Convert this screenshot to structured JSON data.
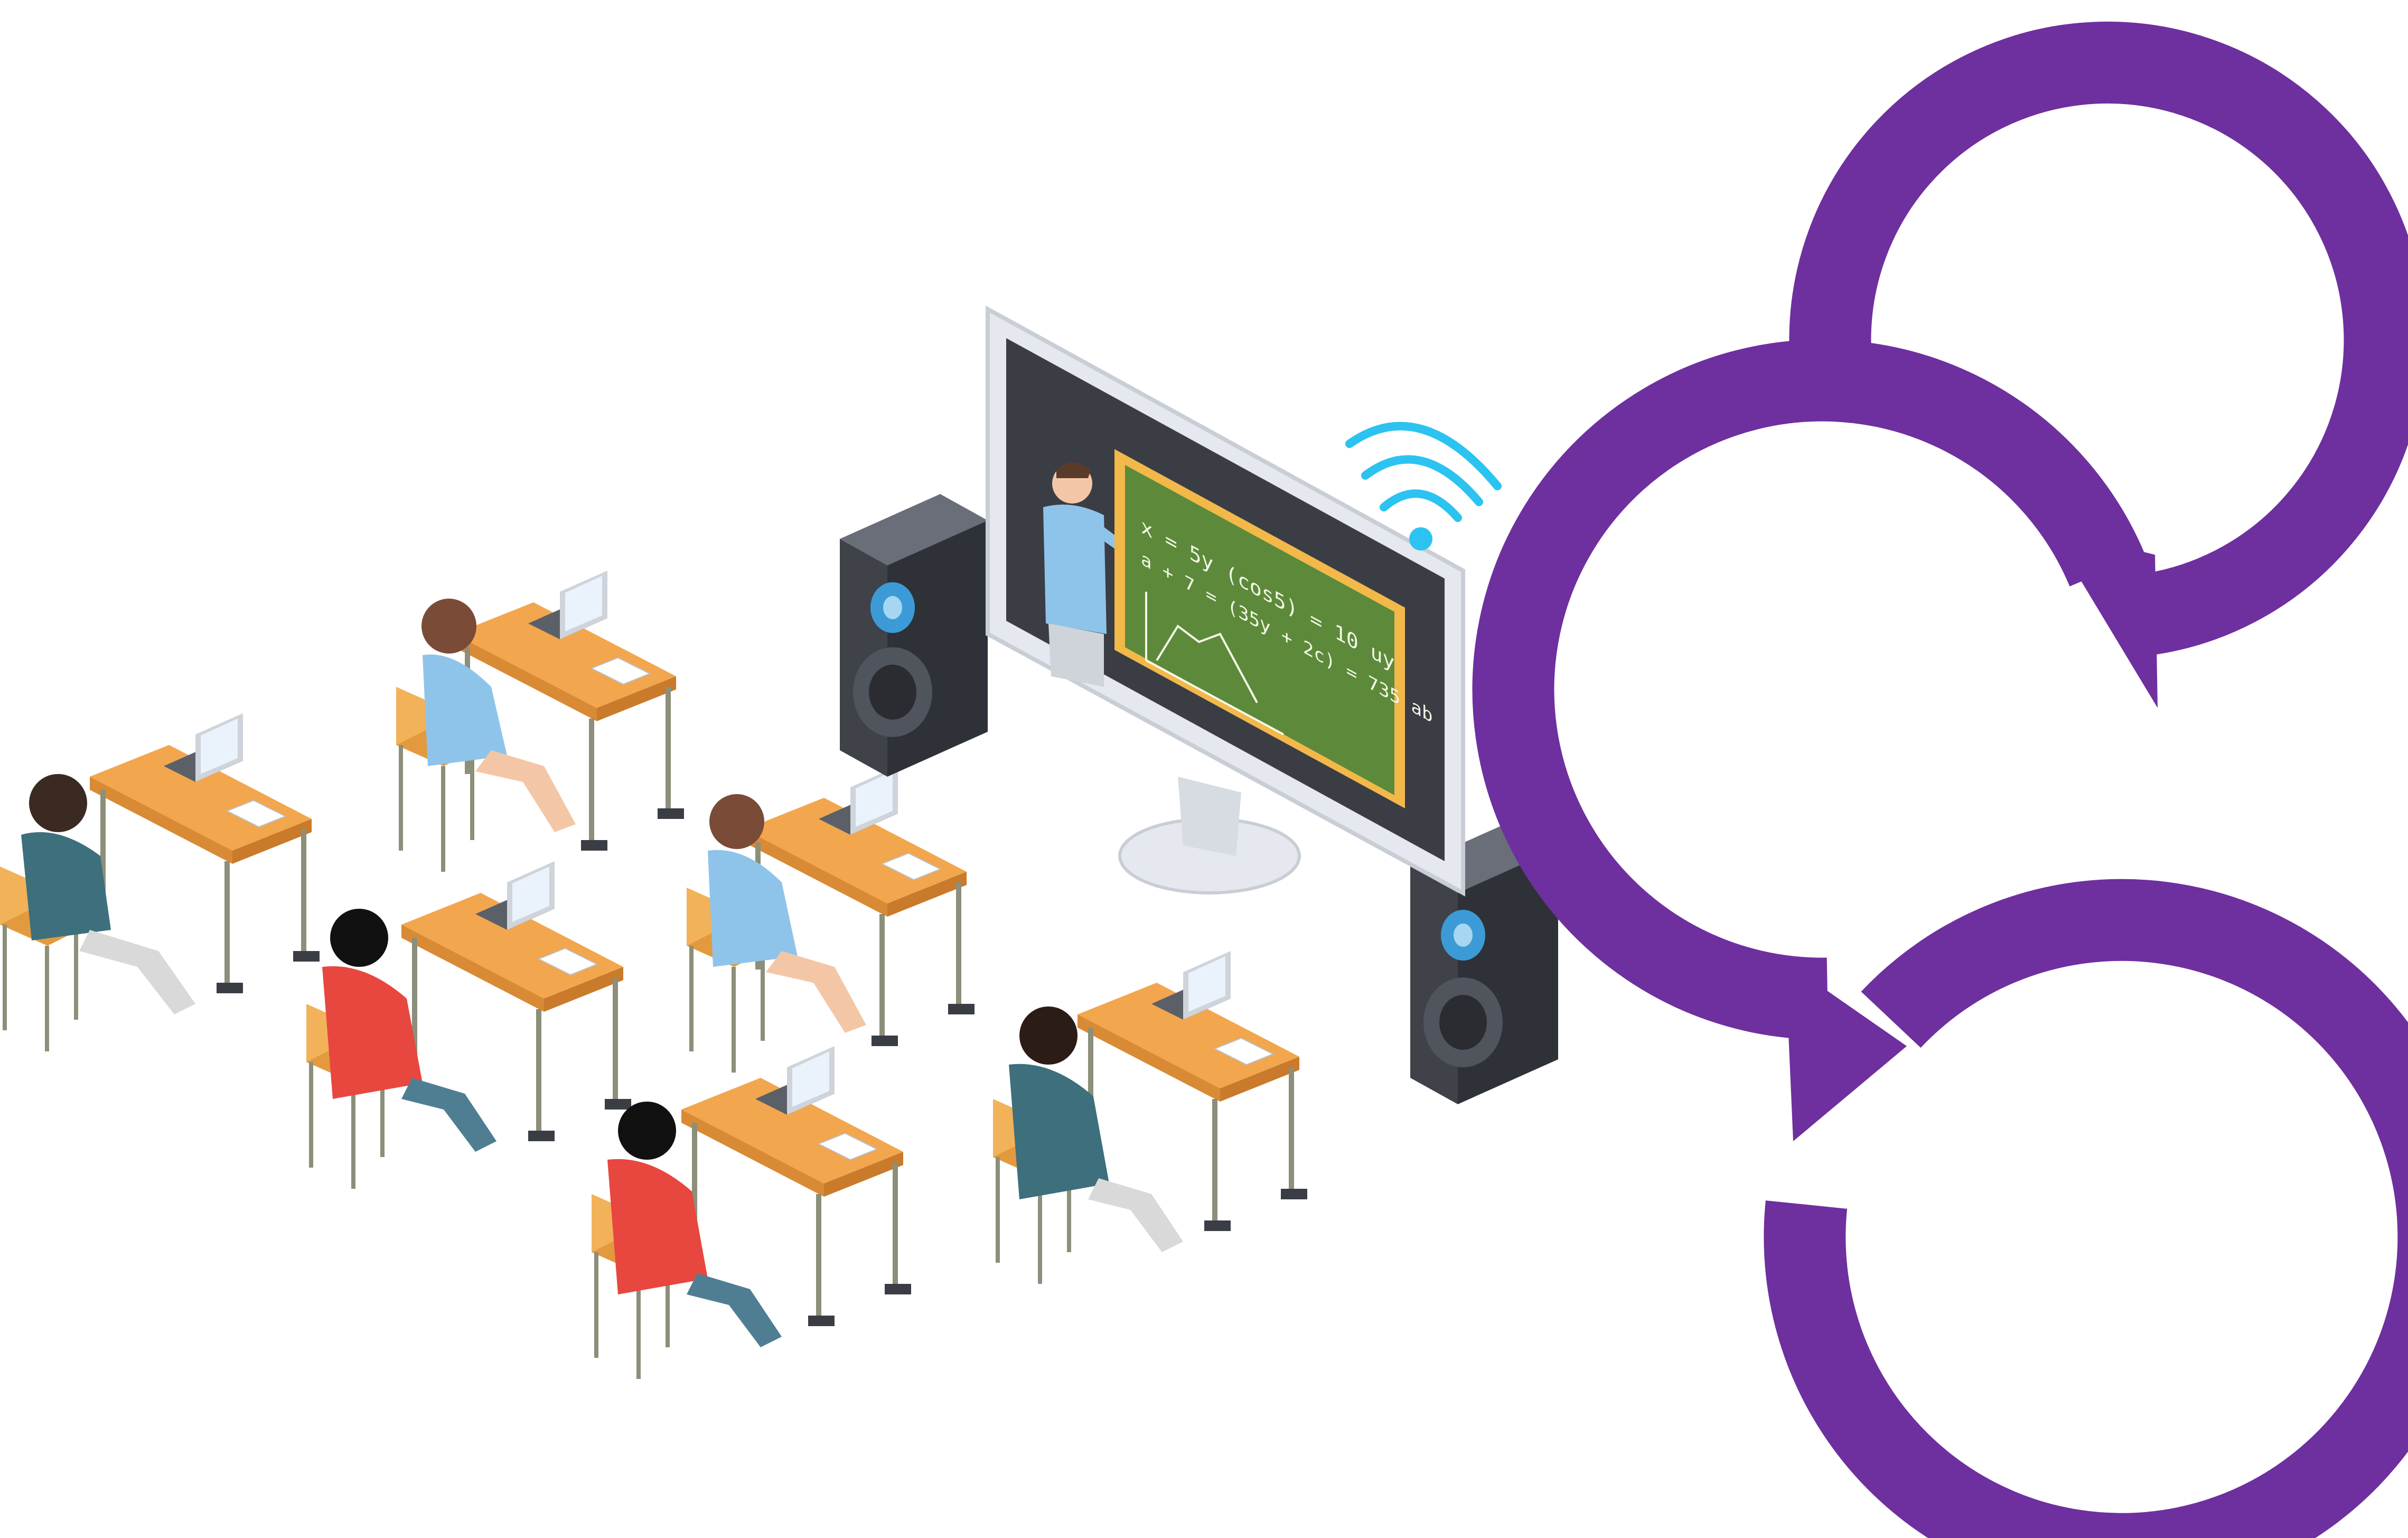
{
  "scene": {
    "description_kind": "illustration",
    "colors": {
      "background": "#ffffff",
      "cycle_arrows": "#6e2f9f",
      "desk_top": "#f2a64e",
      "desk_side": "#d98a35",
      "chair": "#f2b25a",
      "chair_frame": "#8c8f79",
      "chalkboard": "#5c8a3a",
      "chalkboard_frame": "#f2b84a",
      "screen_bezel": "#e5e8ee",
      "screen_inner": "#3a3d44",
      "speaker_body": "#3f4249",
      "speaker_accent": "#3c9bd6",
      "wifi": "#2cc3f0",
      "laptop": "#cfd3da",
      "student_shirt_blue": "#8fc4ea",
      "student_shirt_red": "#e8473f",
      "student_shirt_teal": "#3d6f7c",
      "pants": "#4f7e93"
    },
    "chalkboard_lines": [
      "x = 5y (cos5) = 10 uy",
      "a + 7 = (35y + 2c) = 735 ab"
    ],
    "icons": [
      "wifi-icon",
      "cycle-arrows-icon",
      "speaker-icon",
      "laptop-icon"
    ]
  }
}
